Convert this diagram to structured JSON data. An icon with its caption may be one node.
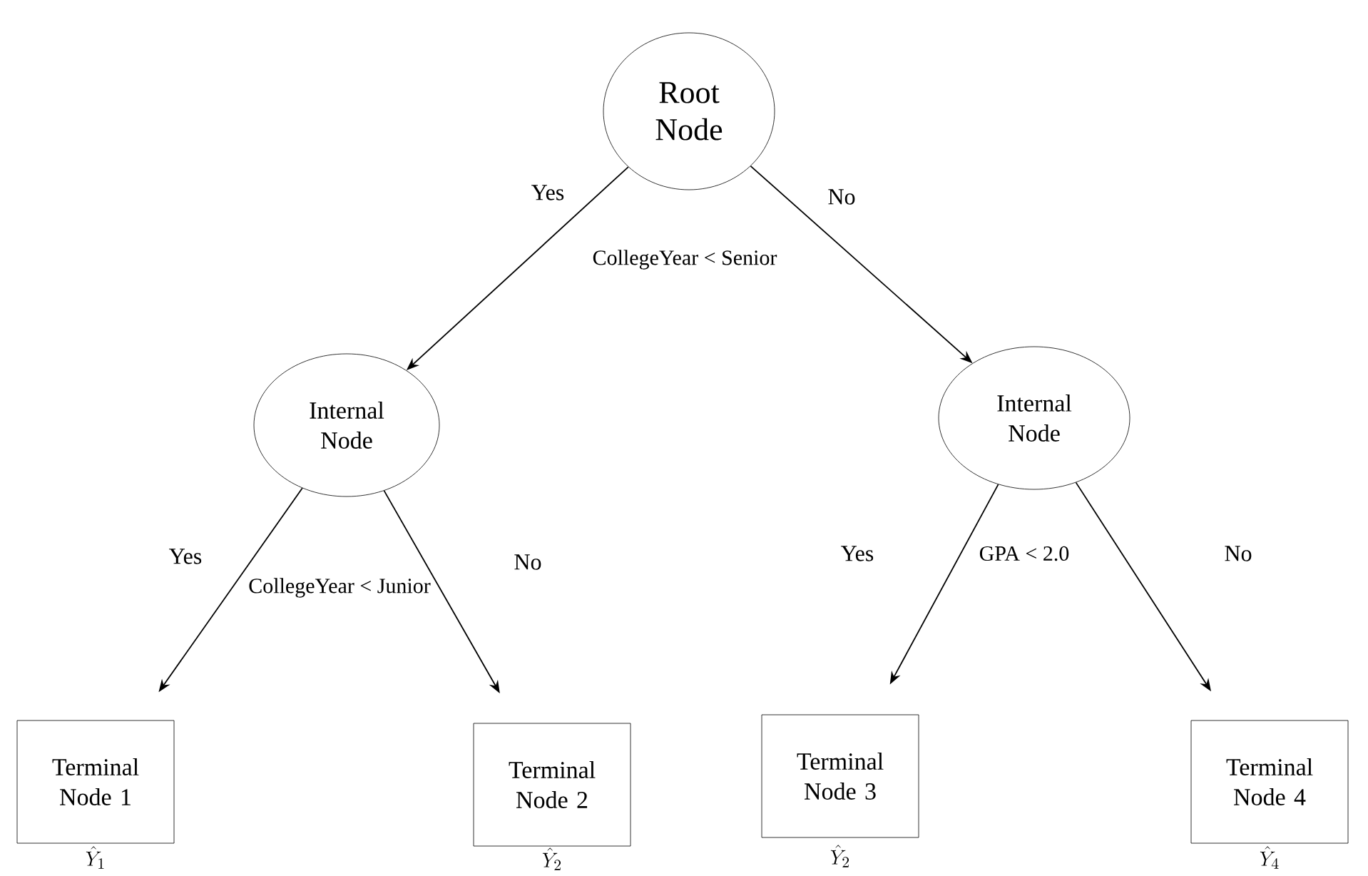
{
  "diagram": {
    "nodes": [
      {
        "text": [
          "Root Node"
        ],
        "beside": [
          "CollegeYear < Senior"
        ]
      },
      {
        "text": [
          "Internal Node"
        ],
        "beside": [
          "CollegeYear < Junior"
        ]
      },
      {
        "text": [
          "Internal Node"
        ],
        "beside": [
          "GPA < 2.0"
        ]
      },
      {
        "text": [
          "Terminal Node 1"
        ],
        "beside": [
          "\\hat{Y}_1"
        ]
      },
      {
        "text": [
          "Terminal Node 2"
        ],
        "beside": [
          "\\hat{Y}_2"
        ]
      },
      {
        "text": [
          "Terminal Node 3"
        ],
        "beside": [
          "\\hat{Y}_2"
        ]
      },
      {
        "text": [
          "Terminal Node 4"
        ],
        "beside": [
          "\\hat{Y}_4"
        ]
      }
    ],
    "edges": [
      {
        "from": 0,
        "to": 1,
        "arrow": "to",
        "label": "Yes"
      },
      {
        "from": 0,
        "to": 2,
        "arrow": "to",
        "label": "No"
      },
      {
        "from": 1,
        "to": 3,
        "arrow": "to",
        "label": "Yes"
      },
      {
        "from": 1,
        "to": 4,
        "arrow": "to",
        "label": "No"
      },
      {
        "from": 2,
        "to": 5,
        "arrow": "to",
        "label": "Yes"
      },
      {
        "from": 2,
        "to": 6,
        "arrow": "to",
        "label": "No"
      }
    ]
  }
}
